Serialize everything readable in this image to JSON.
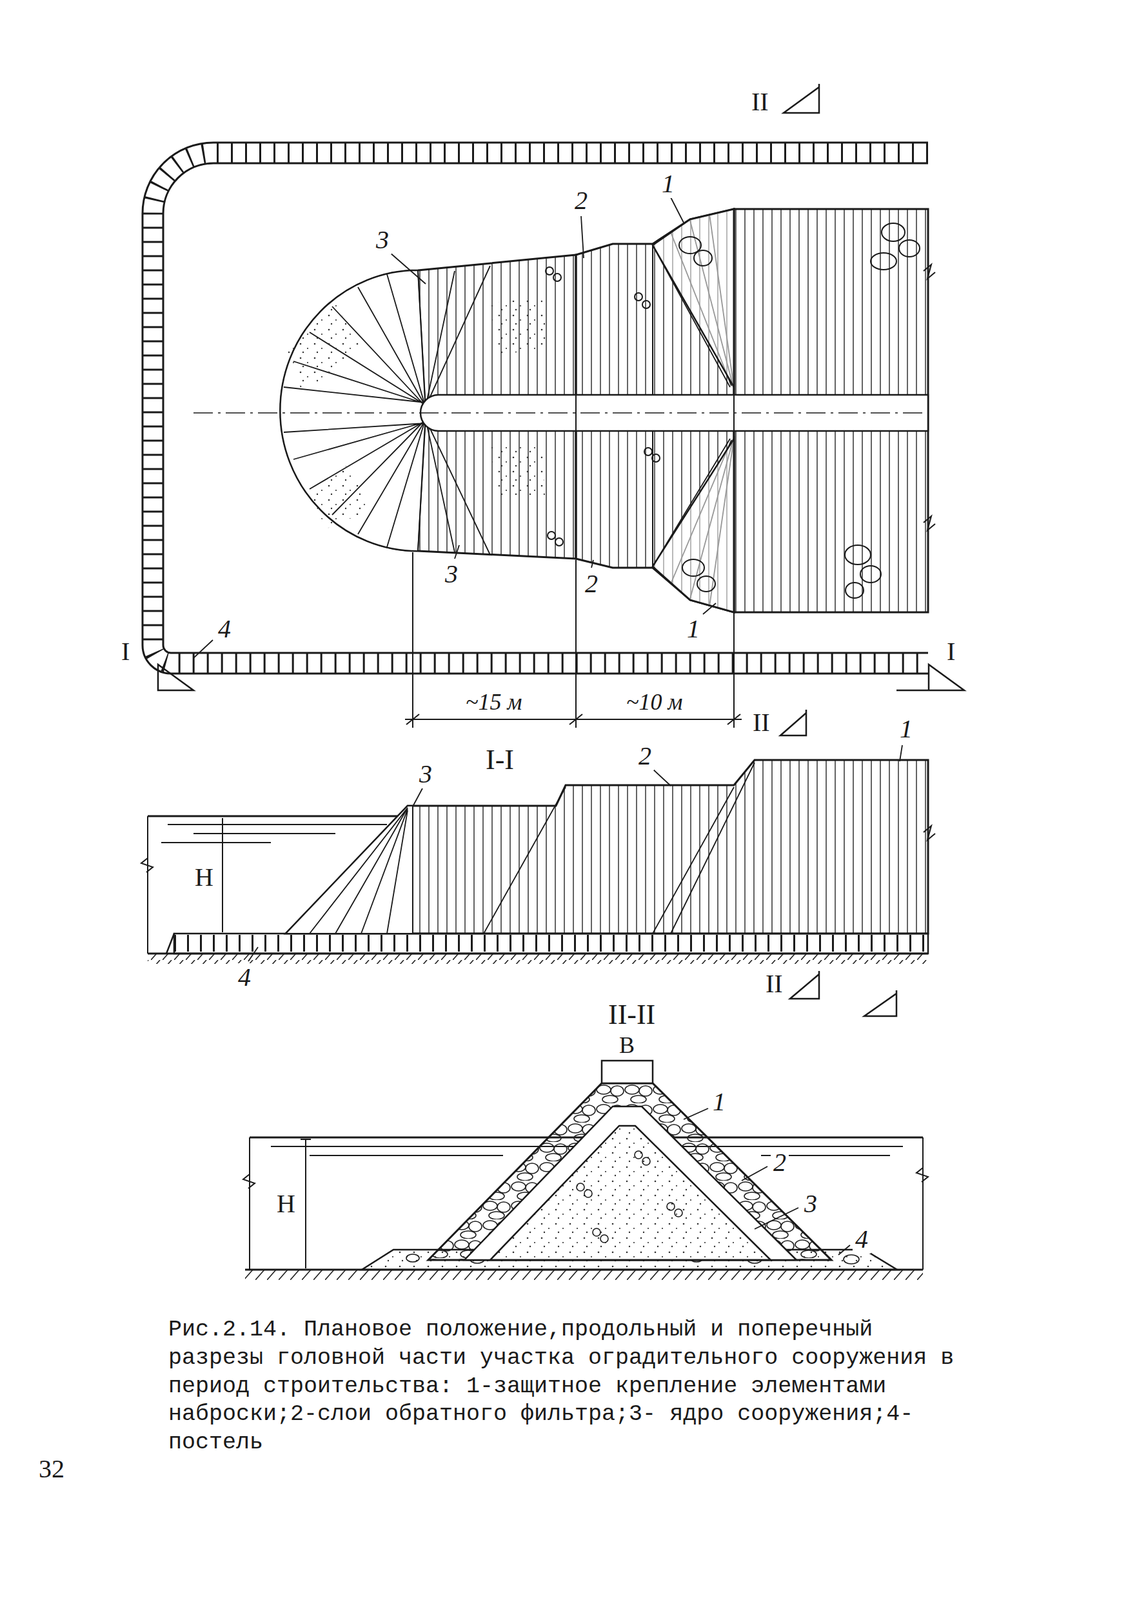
{
  "diagram": {
    "caption": "Рис.2.14. Плановое положение,продольный и поперечный разрезы головной части участка оградительного сооружения в период строительства: 1-защитное крепление элементами наброски;2-слои обратного фильтра;3- ядро сооружения;4- постель",
    "labels": [
      "II",
      "3",
      "2",
      "1",
      "3",
      "2",
      "1",
      "4",
      "I",
      "I",
      "~15 м",
      "~10 м",
      "II",
      "I-I",
      "3",
      "2",
      "1",
      "H",
      "4",
      "II",
      "II-II",
      "B",
      "1",
      "2",
      "3",
      "4",
      "H",
      "32"
    ]
  }
}
